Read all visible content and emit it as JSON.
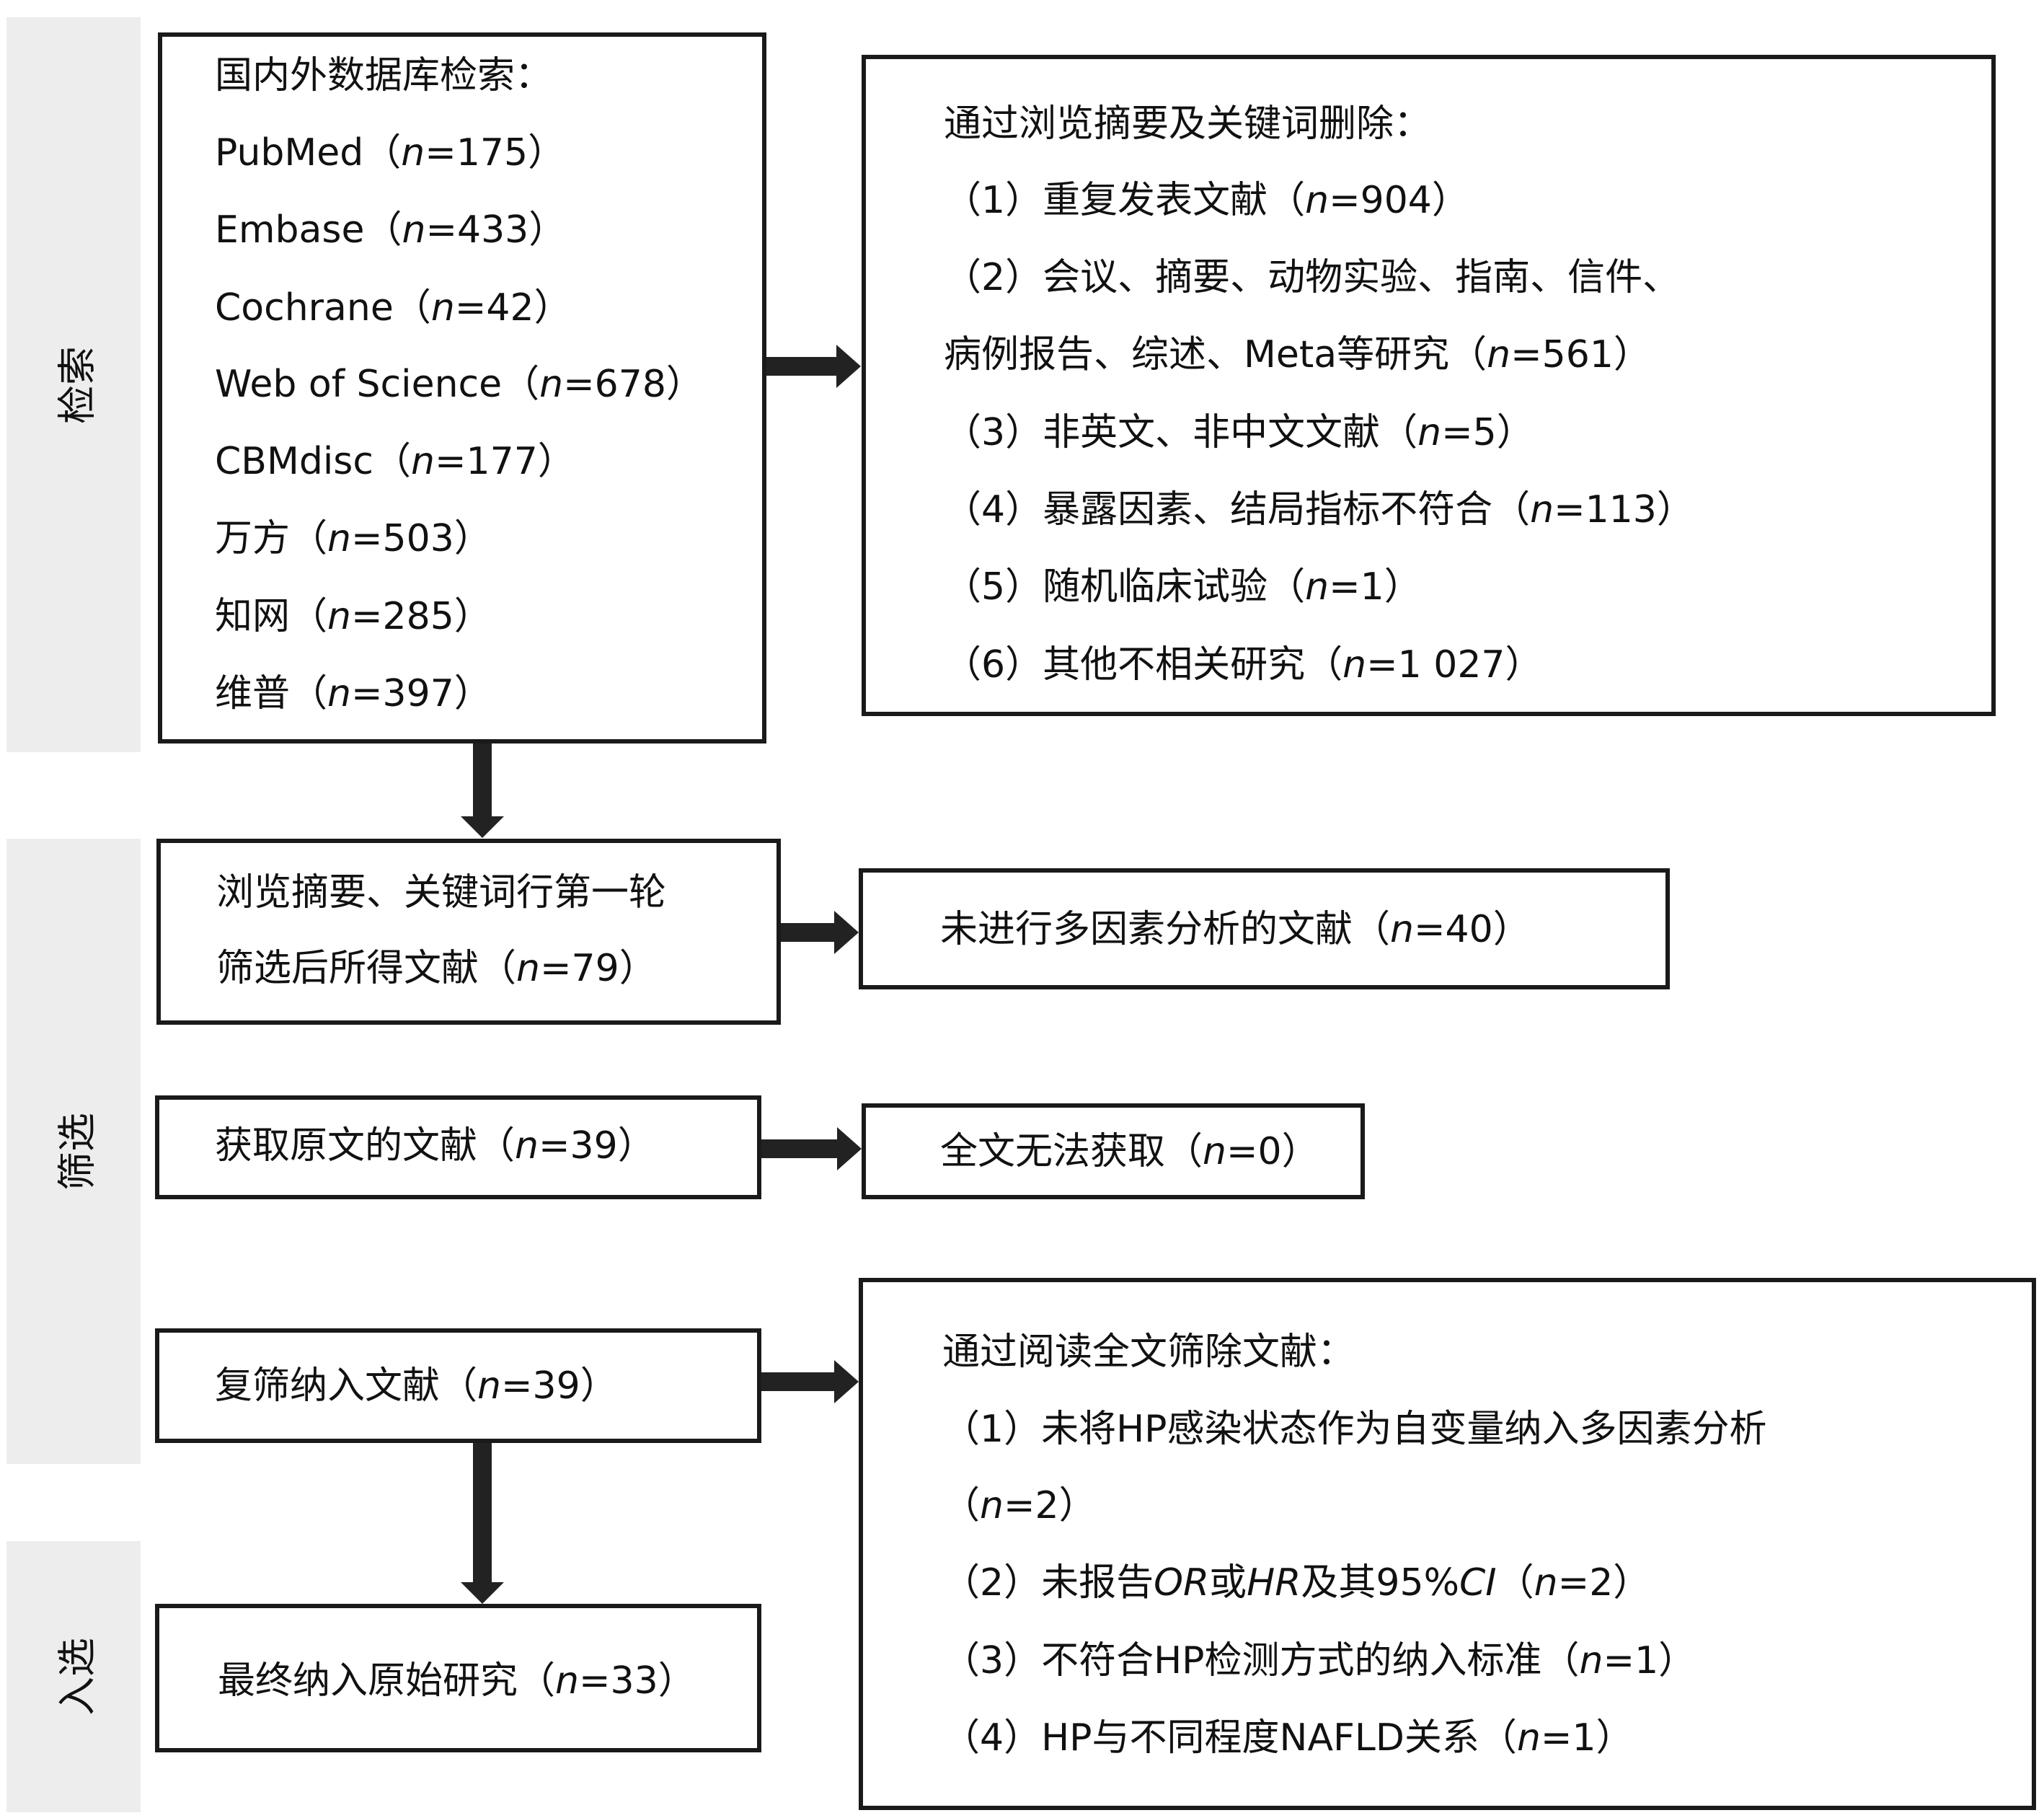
{
  "stages": {
    "search": "检索",
    "screen": "筛选",
    "include": "入选"
  },
  "boxes": {
    "databases": [
      [
        "国内外数据库检索："
      ],
      [
        "PubMed（",
        "n",
        "=175）"
      ],
      [
        "Embase（",
        "n",
        "=433）"
      ],
      [
        "Cochrane（",
        "n",
        "=42）"
      ],
      [
        "Web of Science（",
        "n",
        "=678）"
      ],
      [
        "CBMdisc（",
        "n",
        "=177）"
      ],
      [
        "万方（",
        "n",
        "=503）"
      ],
      [
        "知网（",
        "n",
        "=285）"
      ],
      [
        "维普（",
        "n",
        "=397）"
      ]
    ],
    "excluded_abstract": [
      [
        "通过浏览摘要及关键词删除："
      ],
      [
        "（1）重复发表文献（",
        "n",
        "=904）"
      ],
      [
        "（2）会议、摘要、动物实验、指南、信件、"
      ],
      [
        "病例报告、综述、Meta等研究（",
        "n",
        "=561）"
      ],
      [
        "（3）非英文、非中文文献（",
        "n",
        "=5）"
      ],
      [
        "（4）暴露因素、结局指标不符合（",
        "n",
        "=113）"
      ],
      [
        "（5）随机临床试验（",
        "n",
        "=1）"
      ],
      [
        "（6）其他不相关研究（",
        "n",
        "=1 027）"
      ]
    ],
    "first_screen": [
      [
        "浏览摘要、关键词行第一轮"
      ],
      [
        "筛选后所得文献（",
        "n",
        "=79）"
      ]
    ],
    "no_multivariate": [
      [
        "未进行多因素分析的文献（",
        "n",
        "=40）"
      ]
    ],
    "full_text": [
      [
        "获取原文的文献（",
        "n",
        "=39）"
      ]
    ],
    "unavailable": [
      [
        "全文无法获取（",
        "n",
        "=0）"
      ]
    ],
    "rescreen": [
      [
        "复筛纳入文献（",
        "n",
        "=39）"
      ]
    ],
    "excluded_fulltext": [
      [
        "通过阅读全文筛除文献："
      ],
      [
        "（1）未将HP感染状态作为自变量纳入多因素分析"
      ],
      [
        "（",
        "n",
        "=2）"
      ],
      [
        "（2）未报告",
        "OR",
        "或",
        "HR",
        "及其95%",
        "CI",
        "（",
        "n",
        "=2）"
      ],
      [
        "（3）不符合HP检测方式的纳入标准（",
        "n",
        "=1）"
      ],
      [
        "（4）HP与不同程度NAFLD关系（",
        "n",
        "=1）"
      ]
    ],
    "final": [
      [
        "最终纳入原始研究（",
        "n",
        "=33）"
      ]
    ]
  }
}
